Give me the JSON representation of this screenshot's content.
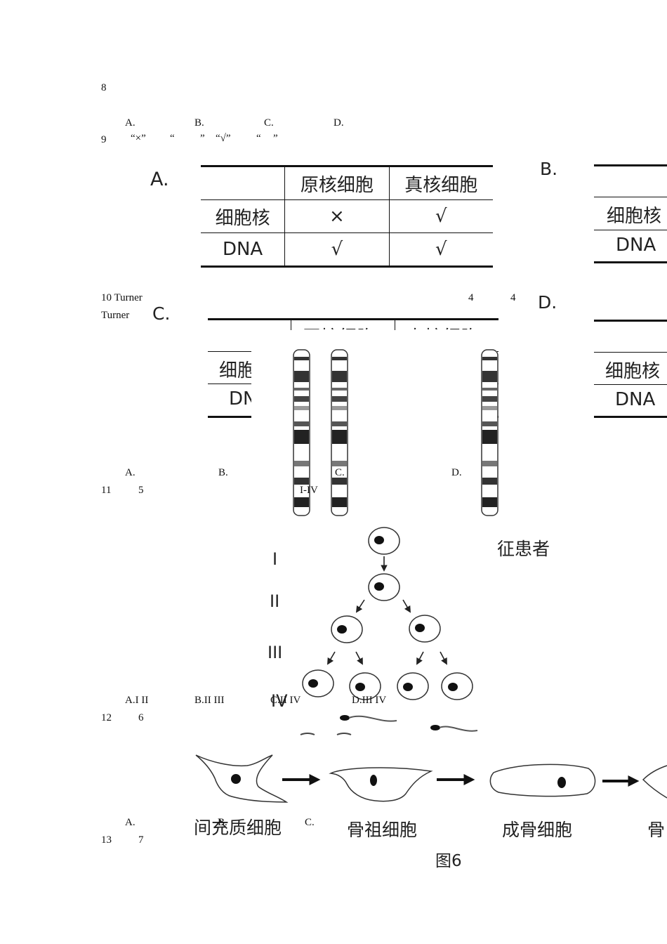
{
  "q8": {
    "num": "8",
    "options": [
      "A.",
      "B.",
      "C.",
      "D."
    ]
  },
  "q9": {
    "num": "9",
    "quotes": [
      "“×”",
      "“",
      "”",
      "“√”",
      "“",
      "”"
    ]
  },
  "table_a": {
    "letter": "A.",
    "header": [
      "",
      "原核细胞",
      "真核细胞"
    ],
    "rows": [
      [
        "细胞核",
        "×",
        "√"
      ],
      [
        "DNA",
        "√",
        "√"
      ]
    ]
  },
  "table_b": {
    "letter": "B.",
    "row_labels": [
      "细胞核",
      "DNA"
    ]
  },
  "table_c": {
    "letter": "C.",
    "header_partial": [
      "原核细胞",
      "真核细胞"
    ],
    "row_labels": [
      "细胞",
      "DN"
    ]
  },
  "table_d": {
    "letter": "D.",
    "row_labels": [
      "细胞核",
      "DNA"
    ]
  },
  "q10": {
    "line1": "10 Turner",
    "n1": "4",
    "n2": "4",
    "line2": "Turner",
    "caption_partial": "征患者",
    "options": [
      "A.",
      "B.",
      "C.",
      "D."
    ]
  },
  "q11": {
    "num": "11",
    "fig": "5",
    "range": "I-IV",
    "levels": [
      "I",
      "II",
      "III",
      "IV"
    ],
    "options": [
      "A.I  II",
      "B.II  III",
      "C.II  IV",
      "D.III  IV"
    ]
  },
  "q12": {
    "num": "12",
    "fig": "6",
    "cells": [
      "间充质细胞",
      "骨祖细胞",
      "成骨细胞",
      "骨"
    ],
    "caption": "图6",
    "options": [
      "A.",
      "B.",
      "C."
    ]
  },
  "q13": {
    "num": "13",
    "fig": "7"
  }
}
